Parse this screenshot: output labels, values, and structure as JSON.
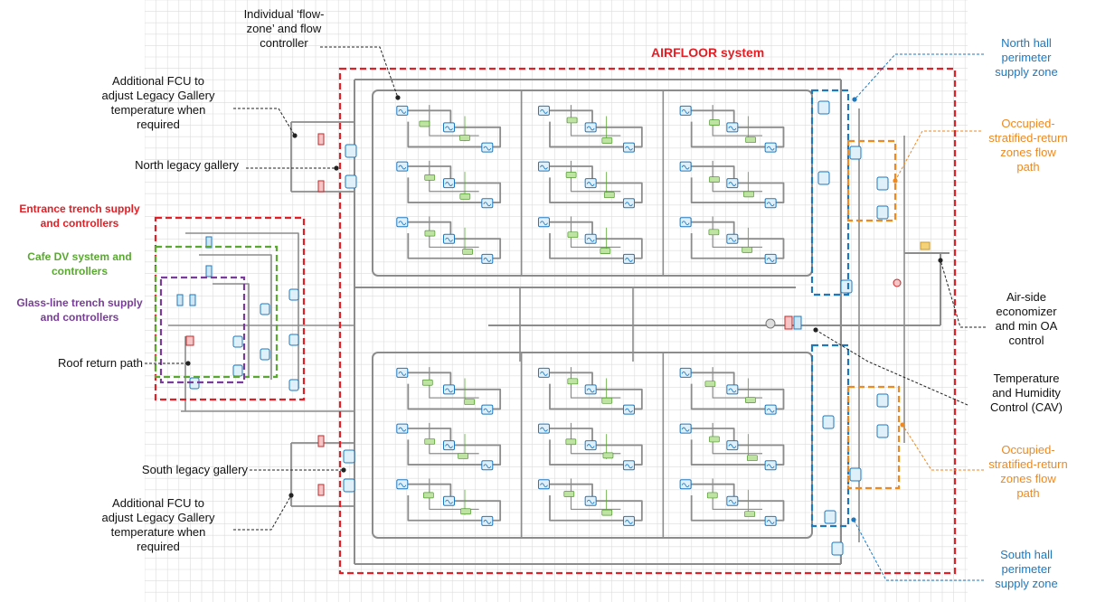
{
  "title": "AIRFLOOR system",
  "colors": {
    "red": "#e31e24",
    "green": "#5aa832",
    "purple": "#7a3c9a",
    "blue": "#1e78be",
    "orange": "#ee8a20",
    "text": "#111111",
    "grid": "#dcdcdc",
    "pipe": "#8c8c8c"
  },
  "labels": {
    "flow_zone": "Individual ‘flow-\nzone’ and flow\ncontroller",
    "fcu_north": "Additional FCU to\nadjust Legacy Gallery\ntemperature when\nrequired",
    "north_legacy": "North legacy gallery",
    "entrance_trench": "Entrance trench supply\nand controllers",
    "cafe_dv": "Cafe DV system and\ncontrollers",
    "glass_line": "Glass-line trench supply\nand controllers",
    "roof_return": "Roof return path",
    "south_legacy": "South legacy gallery",
    "fcu_south": "Additional FCU to\nadjust Legacy Gallery\ntemperature when\nrequired",
    "north_hall": "North hall\nperimeter\nsupply zone",
    "occupied_top": "Occupied-\nstratified-return\nzones flow\npath",
    "economizer": "Air-side\neconomizer\nand min OA\ncontrol",
    "temp_humidity": "Temperature\nand Humidity\nControl (CAV)",
    "occupied_bottom": "Occupied-\nstratified-return\nzones flow\npath",
    "south_hall": "South hall\nperimeter\nsupply zone"
  }
}
